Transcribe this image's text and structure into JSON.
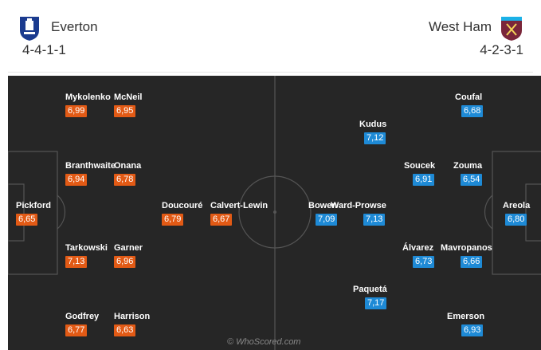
{
  "home": {
    "name": "Everton",
    "formation": "4-4-1-1",
    "crest_icon": "everton-crest-icon",
    "color": "#e25a15",
    "players": [
      {
        "name": "Mykolenko",
        "rating": "6,99"
      },
      {
        "name": "McNeil",
        "rating": "6,95"
      },
      {
        "name": "Branthwaite",
        "rating": "6,94"
      },
      {
        "name": "Onana",
        "rating": "6,78"
      },
      {
        "name": "Pickford",
        "rating": "6,65"
      },
      {
        "name": "Doucouré",
        "rating": "6,79"
      },
      {
        "name": "Calvert-Lewin",
        "rating": "6,67"
      },
      {
        "name": "Tarkowski",
        "rating": "7,13"
      },
      {
        "name": "Garner",
        "rating": "6,96"
      },
      {
        "name": "Godfrey",
        "rating": "6,77"
      },
      {
        "name": "Harrison",
        "rating": "6,63"
      }
    ]
  },
  "away": {
    "name": "West Ham",
    "formation": "4-2-3-1",
    "crest_icon": "west-ham-crest-icon",
    "color": "#1e8ad6",
    "players": [
      {
        "name": "Coufal",
        "rating": "6,68"
      },
      {
        "name": "Kudus",
        "rating": "7,12"
      },
      {
        "name": "Soucek",
        "rating": "6,91"
      },
      {
        "name": "Zouma",
        "rating": "6,54"
      },
      {
        "name": "Bowen",
        "rating": "7,09"
      },
      {
        "name": "Ward-Prowse",
        "rating": "7,13"
      },
      {
        "name": "Areola",
        "rating": "6,80"
      },
      {
        "name": "Álvarez",
        "rating": "6,73"
      },
      {
        "name": "Mavropanos",
        "rating": "6,66"
      },
      {
        "name": "Paquetá",
        "rating": "7,17"
      },
      {
        "name": "Emerson",
        "rating": "6,93"
      }
    ]
  },
  "pitch_color": "#262626",
  "watermark": "© WhoScored.com"
}
